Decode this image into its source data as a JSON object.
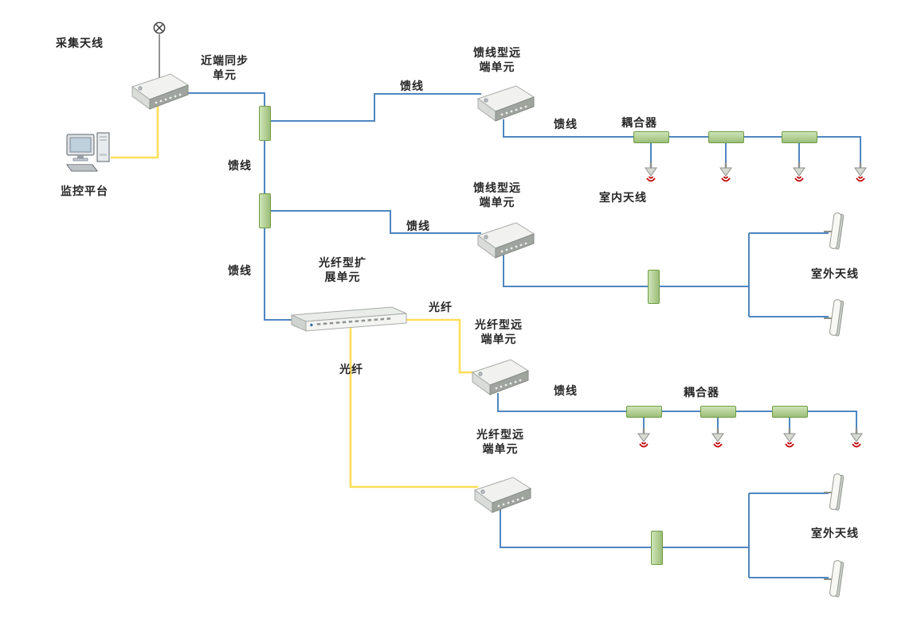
{
  "labels": {
    "collection_antenna": "采集天线",
    "near_end_sync_unit": "近端同步单元",
    "monitoring_platform": "监控平台",
    "feeder": "馈线",
    "feeder_remote_unit": "馈线型远端单元",
    "coupler": "耦合器",
    "indoor_antenna": "室内天线",
    "outdoor_antenna": "室外天线",
    "fiber_expansion_unit": "光纤型扩展单元",
    "fiber": "光纤",
    "fiber_remote_unit": "光纤型远端单元"
  },
  "colors": {
    "feeder_line": "#4f86c0",
    "fiber_line": "#ffde59",
    "coupler_fill": "#aed387",
    "coupler_border": "#6f9c44",
    "signal_wave": "#c00000"
  }
}
